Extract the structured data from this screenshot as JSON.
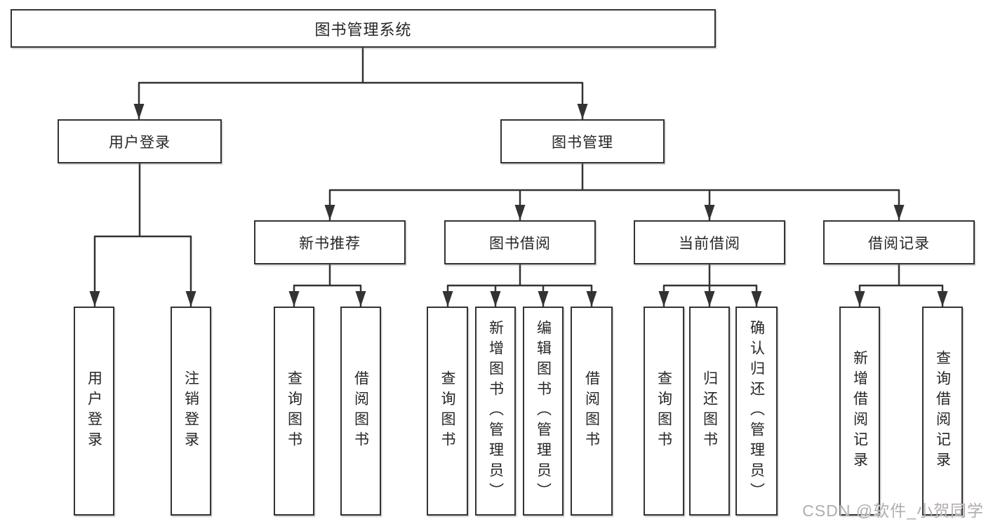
{
  "diagram": {
    "root": {
      "label": "图书管理系统"
    },
    "user_login": {
      "label": "用户登录",
      "children": [
        {
          "label": "用户登录"
        },
        {
          "label": "注销登录"
        }
      ]
    },
    "book_mgmt": {
      "label": "图书管理",
      "sections": [
        {
          "label": "新书推荐",
          "children": [
            {
              "label": "查询图书"
            },
            {
              "label": "借阅图书"
            }
          ]
        },
        {
          "label": "图书借阅",
          "children": [
            {
              "label": "查询图书"
            },
            {
              "label": "新增图书（管理员）"
            },
            {
              "label": "编辑图书（管理员）"
            },
            {
              "label": "借阅图书"
            }
          ]
        },
        {
          "label": "当前借阅",
          "children": [
            {
              "label": "查询图书"
            },
            {
              "label": "归还图书"
            },
            {
              "label": "确认归还（管理员）"
            }
          ]
        },
        {
          "label": "借阅记录",
          "children": [
            {
              "label": "新增借阅记录"
            },
            {
              "label": "查询借阅记录"
            }
          ]
        }
      ]
    }
  },
  "watermark": {
    "text": "CSDN @软件_小贺同学"
  },
  "colors": {
    "line": "#333333",
    "box_border": "#333333",
    "text": "#262626",
    "background": "#ffffff",
    "watermark": "#b3acac"
  }
}
